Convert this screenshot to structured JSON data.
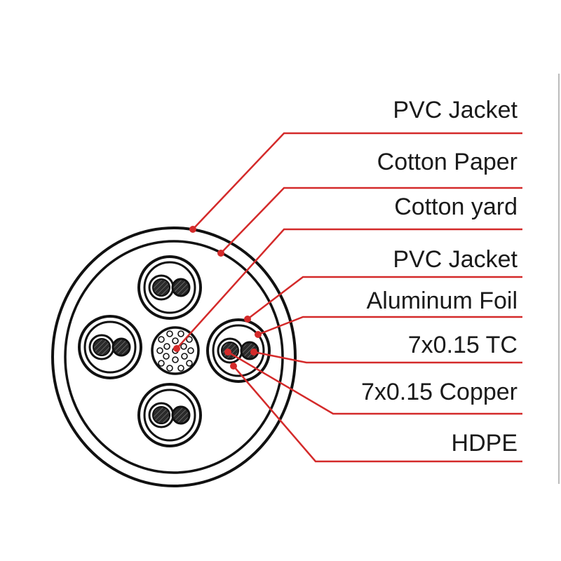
{
  "diagram": {
    "accent_color": "#d42a2a",
    "line_color": "#111111",
    "labels": [
      {
        "text": "PVC Jacket"
      },
      {
        "text": "Cotton Paper"
      },
      {
        "text": "Cotton yard"
      },
      {
        "text": "PVC Jacket"
      },
      {
        "text": "Aluminum Foil"
      },
      {
        "text": "7x0.15 TC"
      },
      {
        "text": "7x0.15 Copper"
      },
      {
        "text": "HDPE"
      }
    ]
  }
}
